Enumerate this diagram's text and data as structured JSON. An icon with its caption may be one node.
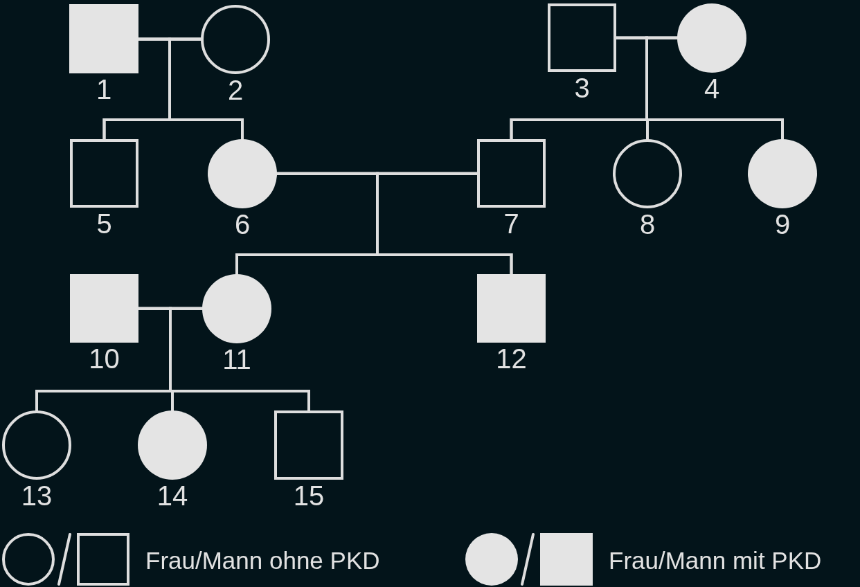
{
  "diagram": {
    "nodes": [
      {
        "text": [],
        "shape": "box",
        "beside": [
          "1"
        ]
      },
      {
        "text": [],
        "shape": "circle",
        "beside": [
          "2"
        ]
      },
      {
        "text": [],
        "shape": "box",
        "beside": [
          "3"
        ]
      },
      {
        "text": [],
        "shape": "circle",
        "beside": [
          "4"
        ]
      },
      {
        "text": [],
        "shape": "box",
        "beside": [
          "5"
        ]
      },
      {
        "text": [],
        "shape": "circle",
        "beside": [
          "6"
        ]
      },
      {
        "text": [],
        "shape": "box",
        "beside": [
          "7"
        ]
      },
      {
        "text": [],
        "shape": "circle",
        "beside": [
          "8"
        ]
      },
      {
        "text": [],
        "shape": "circle",
        "beside": [
          "9"
        ]
      },
      {
        "text": [],
        "shape": "box",
        "beside": [
          "10"
        ]
      },
      {
        "text": [],
        "shape": "circle",
        "beside": [
          "11"
        ]
      },
      {
        "text": [],
        "shape": "box",
        "beside": [
          "12"
        ]
      },
      {
        "text": [],
        "shape": "circle",
        "beside": [
          "13"
        ]
      },
      {
        "text": [],
        "shape": "circle",
        "beside": [
          "14"
        ]
      },
      {
        "text": [],
        "shape": "box",
        "beside": [
          "15"
        ]
      }
    ],
    "edges": [
      {
        "from": 0,
        "to": 1,
        "arrow": "none"
      },
      {
        "from": 0,
        "to": 4,
        "arrow": "none"
      },
      {
        "from": 0,
        "to": 5,
        "arrow": "none"
      },
      {
        "from": 1,
        "to": 4,
        "arrow": "none"
      },
      {
        "from": 1,
        "to": 5,
        "arrow": "none"
      },
      {
        "from": 2,
        "to": 3,
        "arrow": "none"
      },
      {
        "from": 2,
        "to": 6,
        "arrow": "none"
      },
      {
        "from": 2,
        "to": 7,
        "arrow": "none"
      },
      {
        "from": 2,
        "to": 8,
        "arrow": "none"
      },
      {
        "from": 3,
        "to": 6,
        "arrow": "none"
      },
      {
        "from": 3,
        "to": 7,
        "arrow": "none"
      },
      {
        "from": 3,
        "to": 8,
        "arrow": "none"
      },
      {
        "from": 5,
        "to": 6,
        "arrow": "none"
      },
      {
        "from": 5,
        "to": 10,
        "arrow": "none"
      },
      {
        "from": 5,
        "to": 11,
        "arrow": "none"
      },
      {
        "from": 6,
        "to": 10,
        "arrow": "none"
      },
      {
        "from": 6,
        "to": 11,
        "arrow": "none"
      },
      {
        "from": 9,
        "to": 10,
        "arrow": "none"
      },
      {
        "from": 9,
        "to": 12,
        "arrow": "none"
      },
      {
        "from": 9,
        "to": 13,
        "arrow": "none"
      },
      {
        "from": 9,
        "to": 14,
        "arrow": "none"
      },
      {
        "from": 10,
        "to": 12,
        "arrow": "none"
      },
      {
        "from": 10,
        "to": 13,
        "arrow": "none"
      },
      {
        "from": 10,
        "to": 14,
        "arrow": "none"
      }
    ],
    "legend": [
      {
        "text": "Frau/Mann ohne PKD"
      },
      {
        "text": "Frau/Mann mit PKD"
      }
    ]
  }
}
